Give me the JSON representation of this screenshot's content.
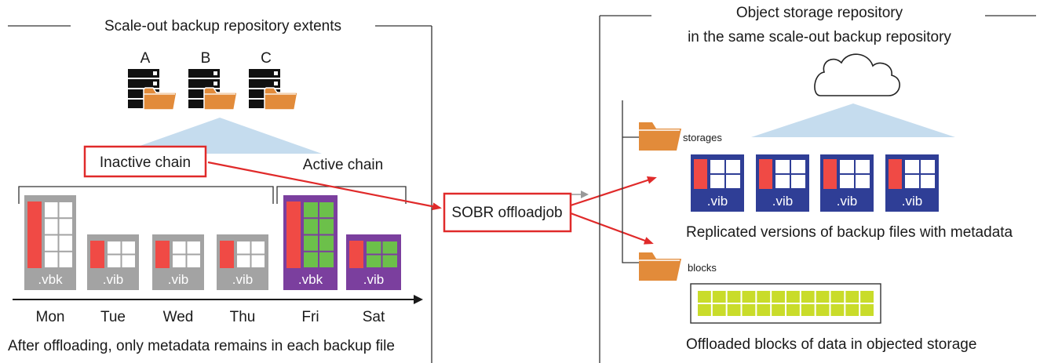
{
  "left_panel": {
    "title": "Scale-out backup repository extents",
    "servers": [
      "A",
      "B",
      "C"
    ],
    "inactive_chain_label": "Inactive chain",
    "active_chain_label": "Active chain",
    "files": [
      {
        "ext": ".vbk",
        "day": "Mon",
        "state": "offloaded"
      },
      {
        "ext": ".vib",
        "day": "Tue",
        "state": "offloaded"
      },
      {
        "ext": ".vib",
        "day": "Wed",
        "state": "offloaded"
      },
      {
        "ext": ".vib",
        "day": "Thu",
        "state": "offloaded"
      },
      {
        "ext": ".vbk",
        "day": "Fri",
        "state": "active"
      },
      {
        "ext": ".vib",
        "day": "Sat",
        "state": "active"
      }
    ],
    "caption": "After offloading, only metadata remains in each backup file"
  },
  "center": {
    "job_label": "SOBR offloadjob"
  },
  "right_panel": {
    "title_line1": "Object storage repository",
    "title_line2": "in the same scale-out backup repository",
    "storages_label": "storages",
    "blocks_label": "blocks",
    "replicated_files": [
      ".vib",
      ".vib",
      ".vib",
      ".vib"
    ],
    "replicated_caption": "Replicated versions of backup files with metadata",
    "blocks_caption": "Offloaded blocks of data in objected storage"
  },
  "colors": {
    "metadata_red": "#f04a45",
    "offloaded_gray": "#a3a3a3",
    "active_purple": "#7b3f9e",
    "block_green": "#6cc04a",
    "replica_blue": "#2f3e96",
    "folder_orange": "#e28b3a",
    "triangle_blue": "#c5dcee",
    "arrow_red": "#e02a2a",
    "block_yellow": "#c9dc2a"
  },
  "icons": [
    "server-icon",
    "folder-icon",
    "cloud-icon",
    "arrow-icon"
  ]
}
